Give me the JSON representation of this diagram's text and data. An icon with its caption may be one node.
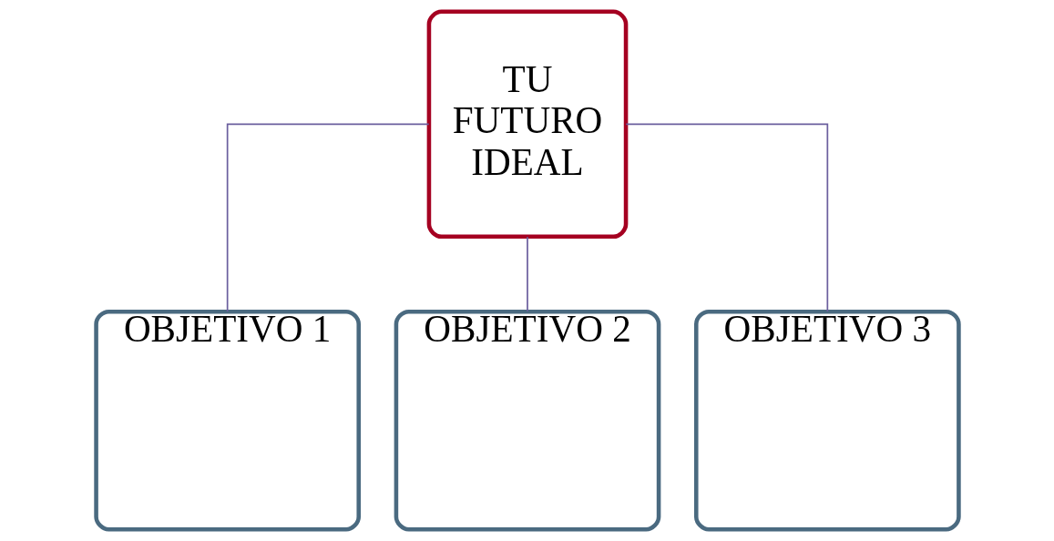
{
  "diagram": {
    "nodes": [
      {
        "text": [
          "TU FUTURO IDEAL"
        ]
      },
      {
        "text": [
          "OBJETIVO 1"
        ]
      },
      {
        "text": [
          "OBJETIVO 2"
        ]
      },
      {
        "text": [
          "OBJETIVO 3"
        ]
      }
    ],
    "edges": [
      {
        "from": 0,
        "to": 1,
        "arrow": "none"
      },
      {
        "from": 0,
        "to": 2,
        "arrow": "none"
      },
      {
        "from": 0,
        "to": 3,
        "arrow": "none"
      }
    ]
  }
}
